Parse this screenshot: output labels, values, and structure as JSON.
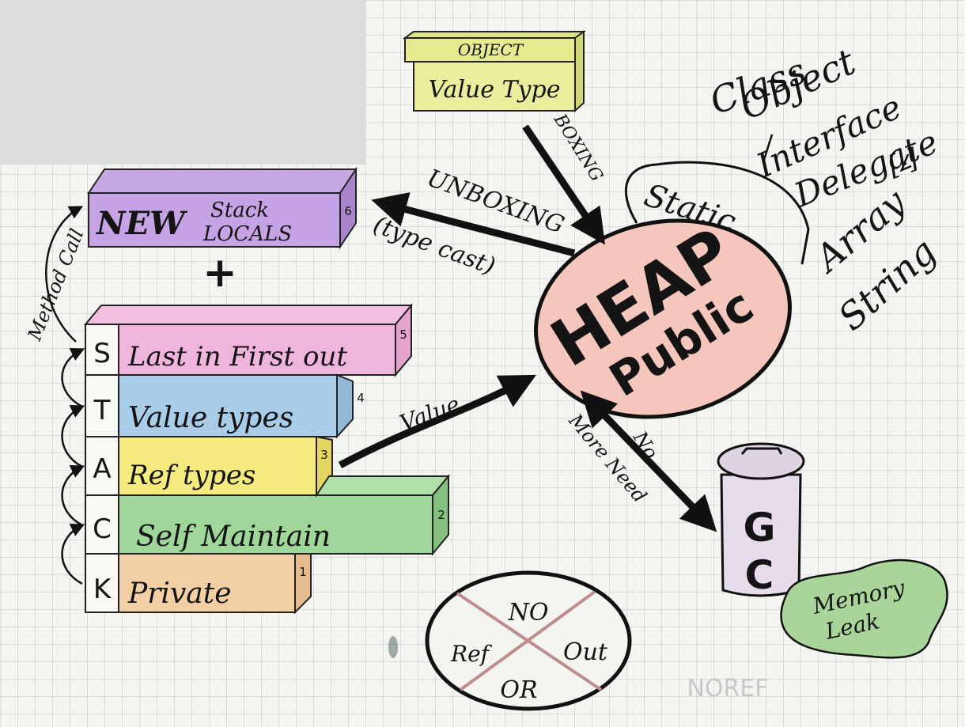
{
  "object_box": {
    "lid": "OBJECT",
    "label": "Value Type"
  },
  "type_list": [
    "Class",
    "Object",
    "Interface",
    "Delegate",
    "[ ]",
    "Array",
    "String"
  ],
  "new_stack": {
    "prefix": "NEW",
    "line1": "Stack",
    "line2": "LOCALS",
    "number": "6"
  },
  "plus": "+",
  "method_call": "Method Call",
  "stack_letters": [
    "S",
    "T",
    "A",
    "C",
    "K"
  ],
  "stack_rows": [
    {
      "text": "Last in First out",
      "number": "5",
      "color": "#f0b5dc"
    },
    {
      "text": "Value types",
      "number": "4",
      "color": "#a9cde9"
    },
    {
      "text": "Ref types",
      "number": "3",
      "color": "#f4ea7e"
    },
    {
      "text": "Self Maintain",
      "number": "2",
      "color": "#9fd69a"
    },
    {
      "text": "Private",
      "number": "1",
      "color": "#f3cfa6"
    }
  ],
  "arrows": {
    "boxing": "BOXING",
    "unboxing": "UNBOXING",
    "typecast": "(type cast)",
    "value": "Value",
    "no": "No",
    "more_need": "More Need"
  },
  "heap": {
    "title": "HEAP",
    "subtitle": "Public",
    "color": "#f4c6bc"
  },
  "static_label": "Static",
  "gc": {
    "line1": "G",
    "line2": "C"
  },
  "memory_leak": {
    "line1": "Memory",
    "line2": "Leak"
  },
  "no_circle": {
    "top": "NO",
    "left": "Ref",
    "right": "Out",
    "bottom": "OR"
  },
  "faint_note": "NOREF"
}
